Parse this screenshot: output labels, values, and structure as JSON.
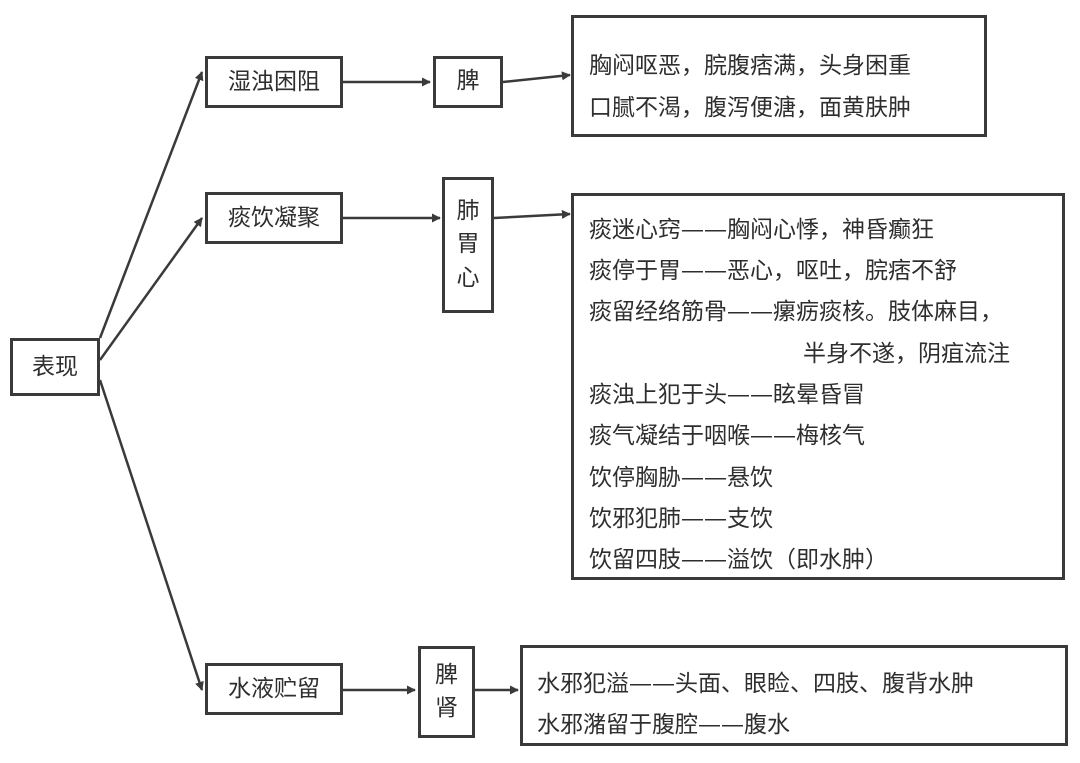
{
  "root": "表现",
  "branches": [
    {
      "label": "湿浊困阻",
      "organ": [
        "脾"
      ],
      "details": [
        "胸闷呕恶，脘腹痞满，头身困重",
        "口腻不渴，腹泻便溏，面黄肤肿"
      ]
    },
    {
      "label": "痰饮凝聚",
      "organ": [
        "肺",
        "胃",
        "心"
      ],
      "details": [
        "痰迷心窍——胸闷心悸，神昏癫狂",
        "痰停于胃——恶心，呕吐，脘痞不舒",
        "痰留经络筋骨——瘰疬痰核。肢体麻目，",
        "半身不遂，阴疽流注",
        "痰浊上犯于头——眩晕昏冒",
        "痰气凝结于咽喉——梅核气",
        "饮停胸胁——悬饮",
        "饮邪犯肺——支饮",
        "饮留四肢——溢饮（即水肿）"
      ]
    },
    {
      "label": "水液贮留",
      "organ": [
        "脾",
        "肾"
      ],
      "details": [
        "水邪犯溢——头面、眼睑、四肢、腹背水肿",
        "水邪潴留于腹腔——腹水"
      ]
    }
  ]
}
